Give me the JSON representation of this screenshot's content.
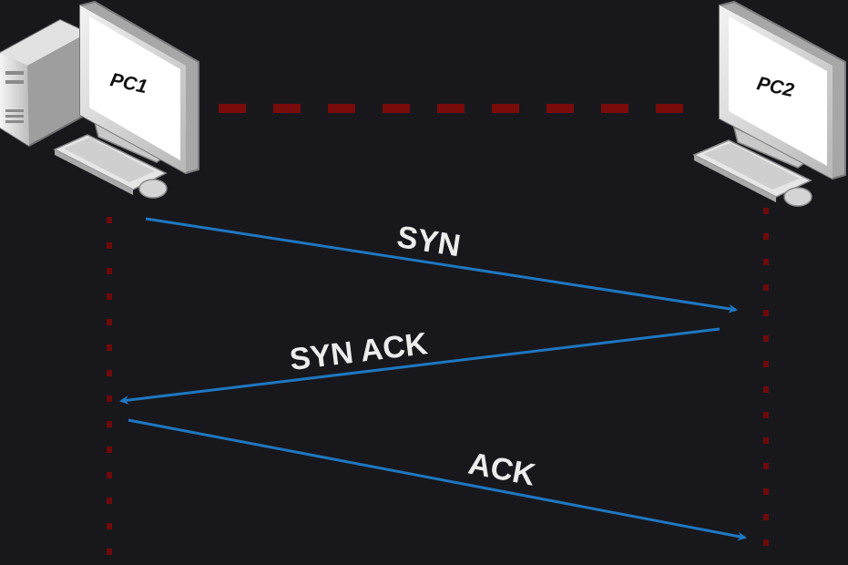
{
  "diagram": {
    "nodes": [
      {
        "id": "pc1",
        "label": "PC1"
      },
      {
        "id": "pc2",
        "label": "PC2"
      }
    ],
    "messages": [
      {
        "label": "SYN",
        "from": "pc1",
        "to": "pc2"
      },
      {
        "label": "SYN ACK",
        "from": "pc2",
        "to": "pc1"
      },
      {
        "label": "ACK",
        "from": "pc1",
        "to": "pc2"
      }
    ],
    "colors": {
      "background": "#18171c",
      "link": "#7a0b0b",
      "lifeline": "#6e0a0a",
      "arrow": "#1f77c0",
      "label": "#ececec"
    }
  }
}
